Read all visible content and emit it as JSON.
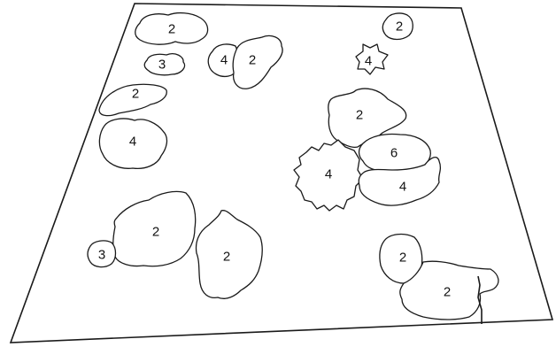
{
  "regions": [
    {
      "id": "r1",
      "label": "2"
    },
    {
      "id": "r2",
      "label": "3"
    },
    {
      "id": "r3",
      "label": "4"
    },
    {
      "id": "r4",
      "label": "2"
    },
    {
      "id": "r5",
      "label": "2"
    },
    {
      "id": "r6",
      "label": "4"
    },
    {
      "id": "r7",
      "label": "2"
    },
    {
      "id": "r8",
      "label": "4"
    },
    {
      "id": "r9",
      "label": "2"
    },
    {
      "id": "r10",
      "label": "6"
    },
    {
      "id": "r11",
      "label": "4"
    },
    {
      "id": "r12",
      "label": "4"
    },
    {
      "id": "r13",
      "label": "2"
    },
    {
      "id": "r14",
      "label": "3"
    },
    {
      "id": "r15",
      "label": "2"
    },
    {
      "id": "r16",
      "label": "2"
    },
    {
      "id": "r17",
      "label": "2"
    }
  ]
}
